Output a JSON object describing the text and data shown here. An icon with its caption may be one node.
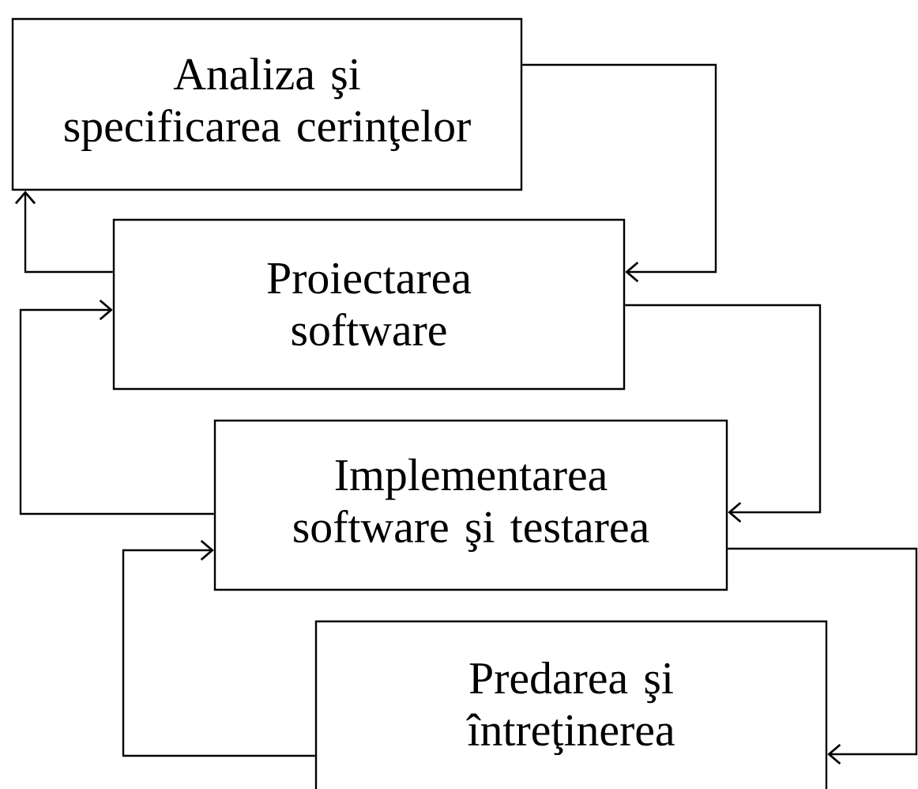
{
  "diagram": {
    "nodes": [
      {
        "text": [
          "Analiza şi specificarea cerinţelor"
        ]
      },
      {
        "text": [
          "Proiectarea software"
        ]
      },
      {
        "text": [
          "Implementarea software şi testarea"
        ]
      },
      {
        "text": [
          "Predarea şi întreţinerea"
        ]
      }
    ],
    "edges": [
      {
        "from": 0,
        "to": 1,
        "arrow": "to"
      },
      {
        "from": 1,
        "to": 0,
        "arrow": "to"
      },
      {
        "from": 1,
        "to": 2,
        "arrow": "to"
      },
      {
        "from": 2,
        "to": 1,
        "arrow": "to"
      },
      {
        "from": 2,
        "to": 3,
        "arrow": "to"
      },
      {
        "from": 3,
        "to": 2,
        "arrow": "to"
      }
    ]
  }
}
